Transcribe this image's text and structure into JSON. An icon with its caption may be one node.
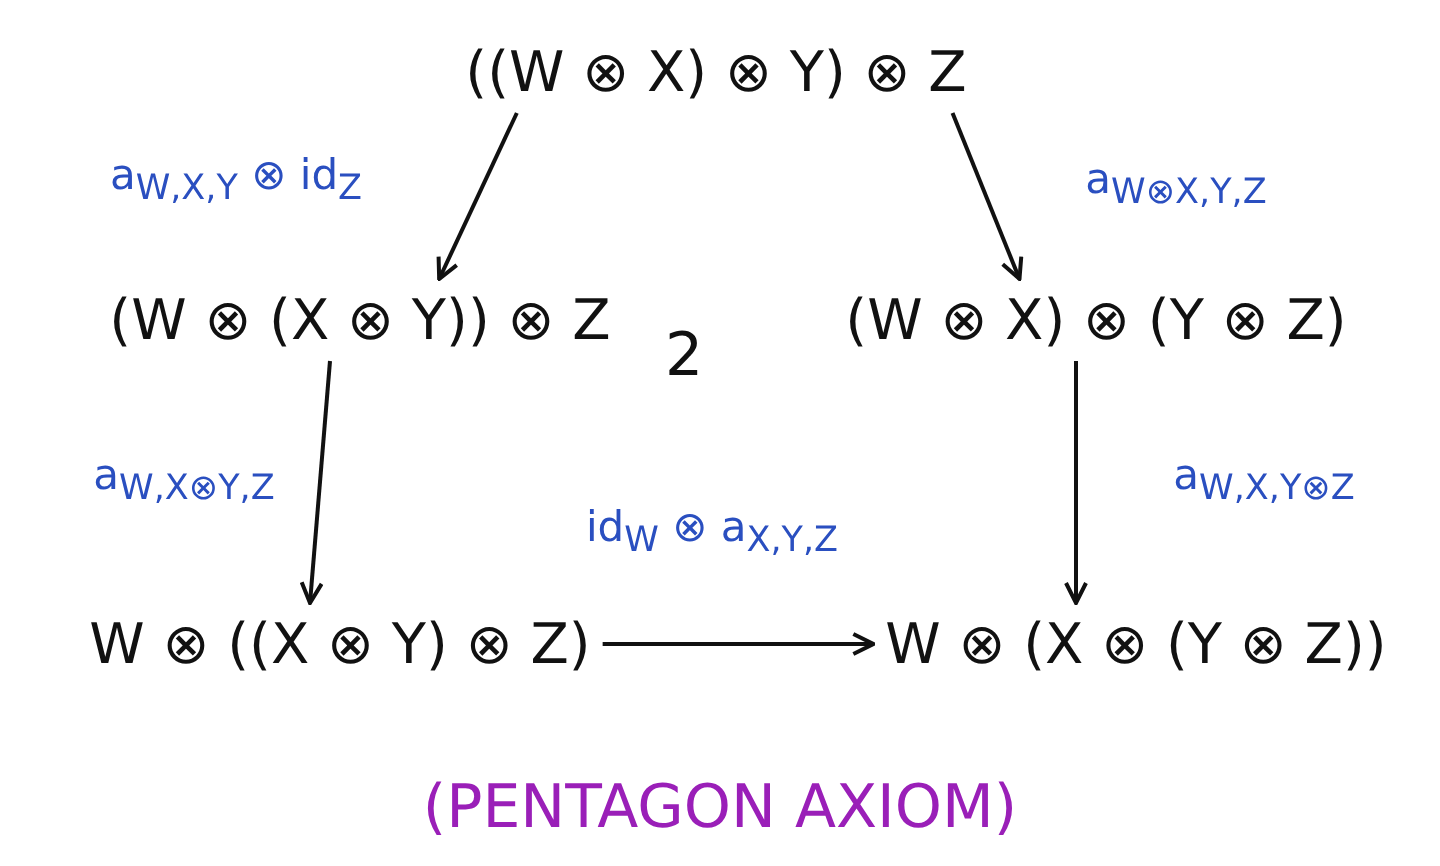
{
  "diagram": {
    "nodes": [
      {
        "text": [
          "((W ⊗ X) ⊗ Y) ⊗ Z"
        ]
      },
      {
        "text": [
          "(W ⊗ (X ⊗ Y)) ⊗ Z"
        ]
      },
      {
        "text": [
          "(W ⊗ X) ⊗ (Y ⊗ Z)"
        ]
      },
      {
        "text": [
          "W ⊗ ((X ⊗ Y) ⊗ Z)"
        ]
      },
      {
        "text": [
          "W ⊗ (X ⊗ (Y ⊗ Z))"
        ]
      }
    ],
    "edges": [
      {
        "from": 0,
        "to": 1,
        "arrow": "to",
        "label": "a$_{W,X,Y}$ ⊗ id$_{Z}$"
      },
      {
        "from": 0,
        "to": 2,
        "arrow": "to",
        "label": "a$_{W⊗X,Y,Z}$"
      },
      {
        "from": 1,
        "to": 3,
        "arrow": "to",
        "label": "a$_{W,X⊗Y,Z}$"
      },
      {
        "from": 2,
        "to": 4,
        "arrow": "to",
        "label": "a$_{W,X,Y⊗Z}$"
      },
      {
        "from": 3,
        "to": 4,
        "arrow": "to",
        "label": "id$_{W}$ ⊗ a$_{X,Y,Z}$"
      }
    ],
    "labels": [
      "2",
      "(PENTAGON AXIOM)"
    ]
  }
}
